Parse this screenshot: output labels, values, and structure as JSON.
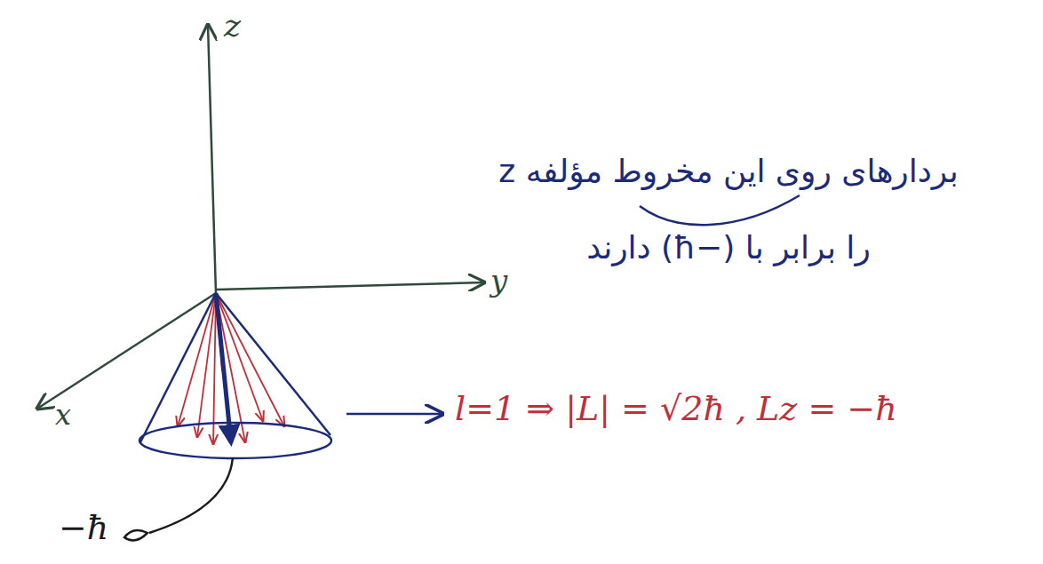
{
  "diagram": {
    "labels": [
      "z",
      "y",
      "x",
      "بردارهای روی این مخروط مؤلفه z را برابر با (−ħ) دارند",
      "l=1 ⇒ |L| = √2ħ , Lz = −ħ",
      "−ħ"
    ]
  }
}
